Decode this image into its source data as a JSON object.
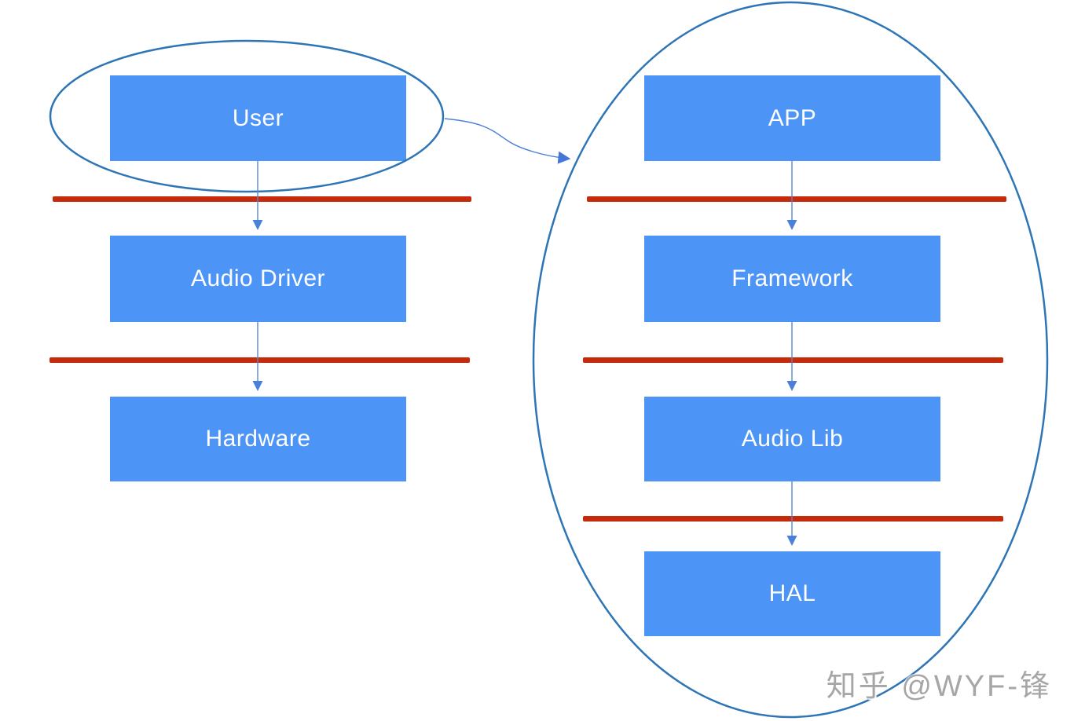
{
  "diagram": {
    "left_stack": {
      "nodes": [
        {
          "label": "User"
        },
        {
          "label": "Audio Driver"
        },
        {
          "label": "Hardware"
        }
      ]
    },
    "right_stack": {
      "nodes": [
        {
          "label": "APP"
        },
        {
          "label": "Framework"
        },
        {
          "label": "Audio Lib"
        },
        {
          "label": "HAL"
        }
      ]
    },
    "colors": {
      "node_fill": "#4D94F7",
      "node_text": "#FFFFFF",
      "ellipse_stroke": "#2E75B6",
      "connector_stroke": "#4A80D9",
      "separator_red": "#C52B0B",
      "watermark_text": "#A6A6A6",
      "background": "#FFFFFF"
    }
  },
  "watermark": {
    "text": "知乎 @WYF-锋"
  }
}
